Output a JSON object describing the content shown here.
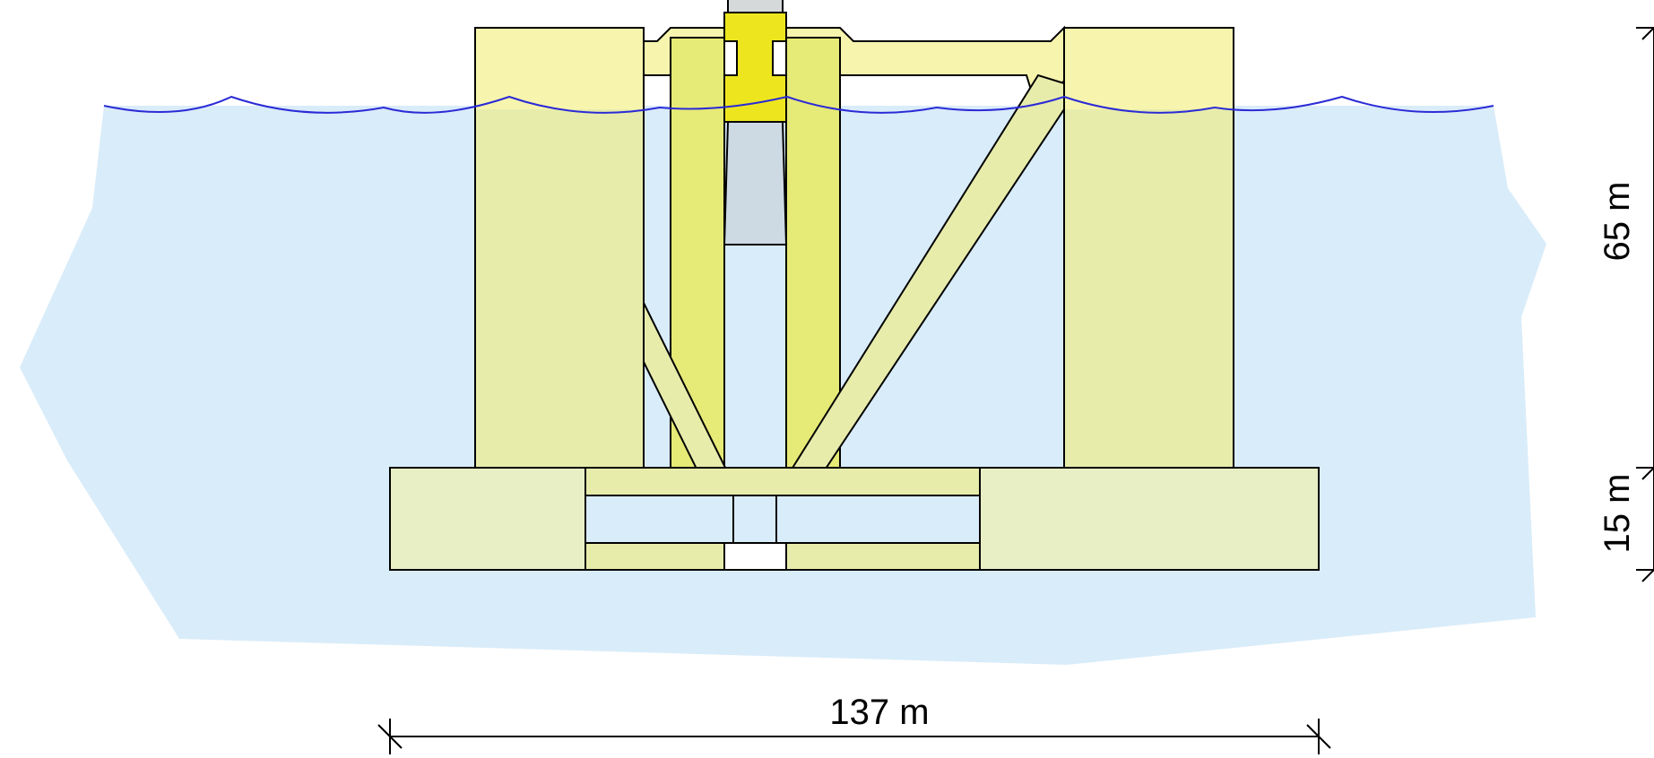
{
  "dimensions": {
    "width_label": "137 m",
    "upper_height_label": "65 m",
    "lower_height_label": "15 m"
  },
  "colors": {
    "water": "#d9ecf9",
    "wave_line": "#2b2bd6",
    "column_above_water": "#f7f4ad",
    "column_submerged": "#e7ecab",
    "pontoon": "#e8efc4",
    "tower_column": "#e6ea76",
    "tower_core": "#ede61f",
    "central_gap": "#cdd9e3",
    "outline": "#000000"
  }
}
